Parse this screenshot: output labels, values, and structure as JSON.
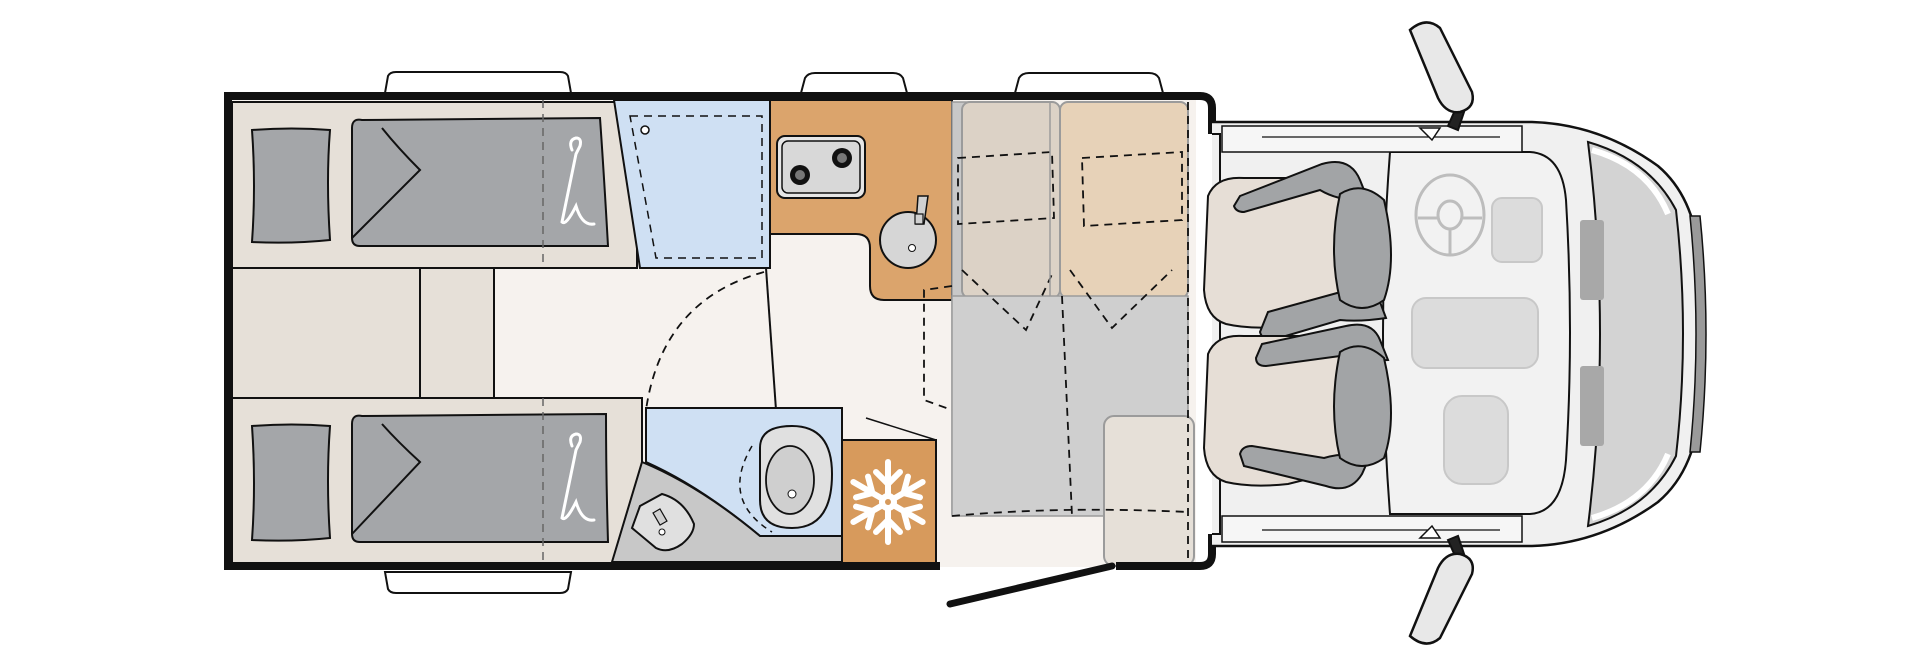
{
  "diagram": {
    "type": "motorhome-floorplan",
    "orientation": "cab-right",
    "zones": [
      {
        "id": "rear-beds",
        "label": ""
      },
      {
        "id": "wardrobe",
        "label": ""
      },
      {
        "id": "kitchen",
        "label": ""
      },
      {
        "id": "washroom",
        "label": ""
      },
      {
        "id": "fridge",
        "label": ""
      },
      {
        "id": "dinette",
        "label": ""
      },
      {
        "id": "cab",
        "label": ""
      }
    ],
    "icons": [
      "snowflake-icon",
      "hanger-icon",
      "steering-wheel-icon",
      "hob-icon",
      "sink-icon",
      "toilet-icon",
      "washbasin-icon"
    ],
    "colors": {
      "outline": "#111111",
      "bed_base": "#e6e0d8",
      "mattress": "#a4a6a9",
      "wardrobe": "#cfe0f3",
      "kitchen": "#dba46c",
      "dinette_seat": "#e7d2b8",
      "fridge": "#d79a5c",
      "floor": "#f6f2ee",
      "seat_grey": "#c8c8c8",
      "cab_seat": "#e6ded6",
      "cab_bolster": "#9b9d9f",
      "dash": "#f0f0f0"
    }
  }
}
